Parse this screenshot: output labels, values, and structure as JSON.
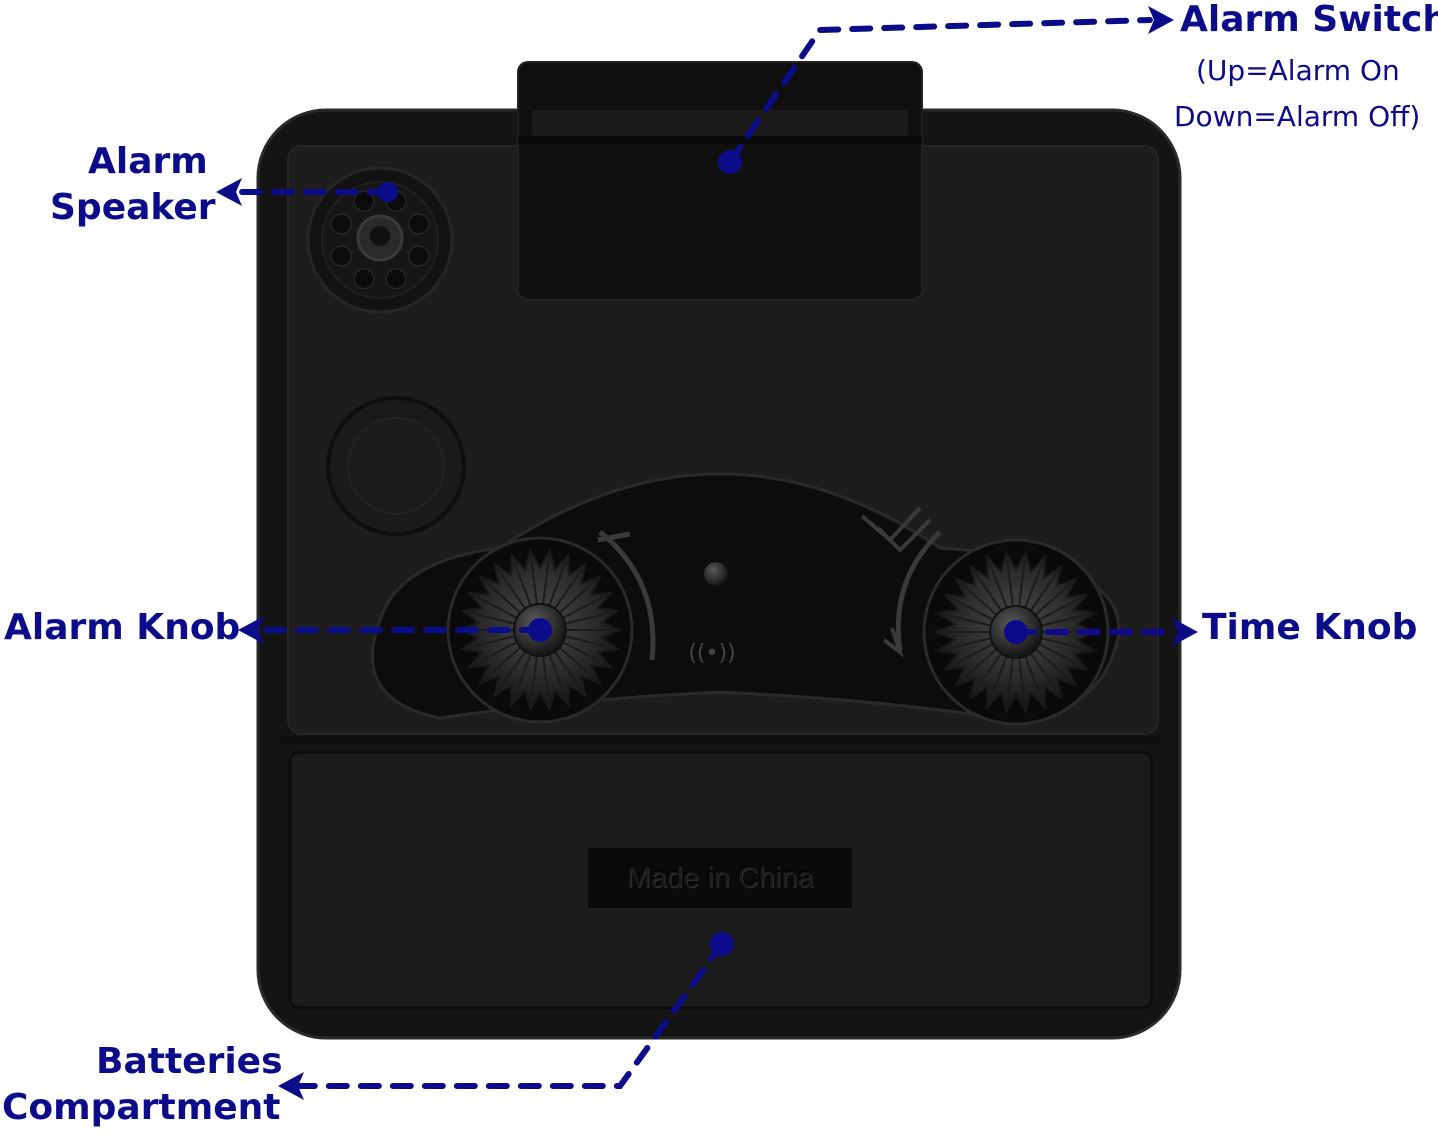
{
  "colors": {
    "label": "#0c0c8a",
    "body": "#141414",
    "panel": "#1c1c1c"
  },
  "labels": {
    "alarm_switch": "Alarm Switch",
    "alarm_switch_note_1": "(Up=Alarm On",
    "alarm_switch_note_2": "Down=Alarm Off)",
    "alarm_speaker_1": "Alarm",
    "alarm_speaker_2": "Speaker",
    "alarm_knob": "Alarm Knob",
    "time_knob": "Time Knob",
    "batteries_1": "Batteries",
    "batteries_2": "Compartment"
  },
  "device": {
    "made_in": "Made in China"
  }
}
